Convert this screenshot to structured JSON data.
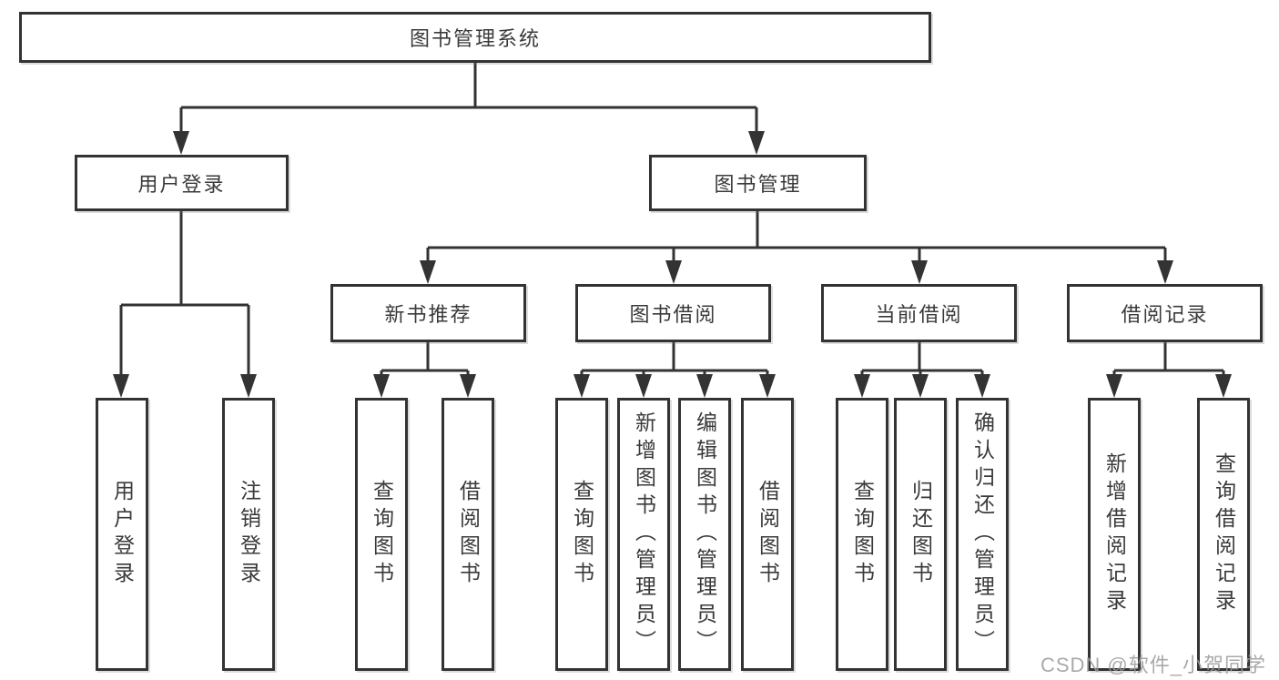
{
  "diagram": {
    "root": {
      "label": "图书管理系统"
    },
    "children": [
      {
        "label": "用户登录",
        "children": [
          {
            "label": "用户登录"
          },
          {
            "label": "注销登录"
          }
        ]
      },
      {
        "label": "图书管理",
        "children": [
          {
            "label": "新书推荐",
            "children": [
              {
                "label": "查询图书"
              },
              {
                "label": "借阅图书"
              }
            ]
          },
          {
            "label": "图书借阅",
            "children": [
              {
                "label": "查询图书"
              },
              {
                "label": "新增图书（管理员）"
              },
              {
                "label": "编辑图书（管理员）"
              },
              {
                "label": "借阅图书"
              }
            ]
          },
          {
            "label": "当前借阅",
            "children": [
              {
                "label": "查询图书"
              },
              {
                "label": "归还图书"
              },
              {
                "label": "确认归还（管理员）"
              }
            ]
          },
          {
            "label": "借阅记录",
            "children": [
              {
                "label": "新增借阅记录"
              },
              {
                "label": "查询借阅记录"
              }
            ]
          }
        ]
      }
    ]
  },
  "watermark": {
    "text": "CSDN @软件_小贺同学"
  },
  "colors": {
    "line": "#333333",
    "text": "#3a3a3a",
    "watermark": "#9b9b9b",
    "background": "#ffffff"
  }
}
